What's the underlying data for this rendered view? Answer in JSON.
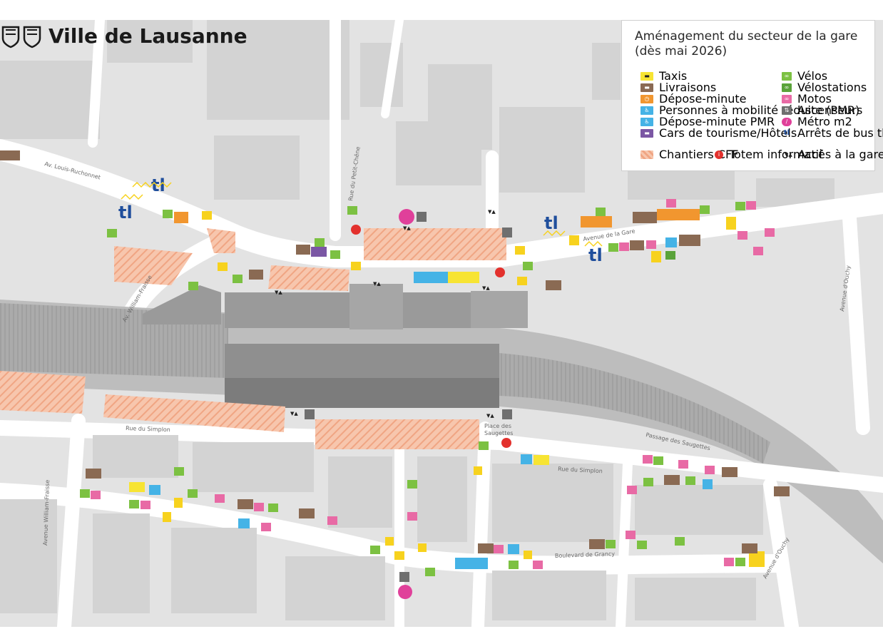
{
  "header": {
    "title": "Ville de Lausanne"
  },
  "legend": {
    "title_line1": "Aménagement du secteur de la gare",
    "title_line2": "(dès mai 2026)",
    "items_left": [
      {
        "label": "Taxis",
        "color": "#f7e433",
        "icon": "taxi-icon"
      },
      {
        "label": "Livraisons",
        "color": "#8a6a53",
        "icon": "truck-icon"
      },
      {
        "label": "Dépose-minute",
        "color": "#f1962f",
        "icon": "clock-icon"
      },
      {
        "label": "Personnes à mobilité réduite (PMR)",
        "color": "#45b3e6",
        "icon": "wheelchair-icon"
      },
      {
        "label": "Dépose-minute PMR",
        "color": "#45b3e6",
        "icon": "wheelchair-clock-icon"
      },
      {
        "label": "Cars de tourisme/Hôtels",
        "color": "#7b57a4",
        "icon": "bus-icon"
      }
    ],
    "items_right": [
      {
        "label": "Vélos",
        "color": "#7cc142",
        "icon": "bike-icon"
      },
      {
        "label": "Vélostations",
        "color": "#5aa33a",
        "icon": "bike-station-icon"
      },
      {
        "label": "Motos",
        "color": "#e86aa5",
        "icon": "motorbike-icon"
      },
      {
        "label": "Ascenseurs",
        "color": "#6f6f6f",
        "icon": "elevator-icon"
      },
      {
        "label": "Métro m2",
        "color": "#e0409a",
        "icon": "metro-icon"
      },
      {
        "label": "Arrêts de bus tl",
        "color": "#1f4e9c",
        "icon": "bus-stop-icon"
      }
    ],
    "items_bottom": [
      {
        "label": "Chantiers CFF",
        "color": "#f5b89a",
        "icon": "construction-hatch-icon"
      },
      {
        "label": "Totem informatif",
        "color": "#e3312d",
        "icon": "info-pin-icon"
      },
      {
        "label": "Accès à la gare",
        "color": "#222222",
        "icon": "access-arrows-icon"
      }
    ]
  },
  "streets": {
    "louis_ruchonnet": "Av. Louis-Ruchonnet",
    "petit_chene": "Rue du Petit-Chêne",
    "avenue_gare": "Avenue de la Gare",
    "william_fraisse_north": "Av. William-Fraisse",
    "avenue_ouchy_north": "Avenue d'Ouchy",
    "rue_simplon_west": "Rue du Simplon",
    "place_saugettes_1": "Place des",
    "place_saugettes_2": "Saugettes",
    "passage_saugettes": "Passage des Saugettes",
    "rue_simplon_east": "Rue du Simplon",
    "avenue_william_fraisse_south": "Avenue William-Fraisse",
    "boulevard_grancy": "Boulevard de Grancy",
    "avenue_ouchy_south": "Avenue d'Ouchy"
  },
  "bus_stop_text": "tl",
  "colors": {
    "street": "#ffffff",
    "block": "#dcdcdc",
    "block_dark": "#cfcfcf",
    "rail": "#a9a9a9",
    "station": "#8c8c8c",
    "hatch": "#f5b89a",
    "tl_blue": "#1f4e9c"
  }
}
